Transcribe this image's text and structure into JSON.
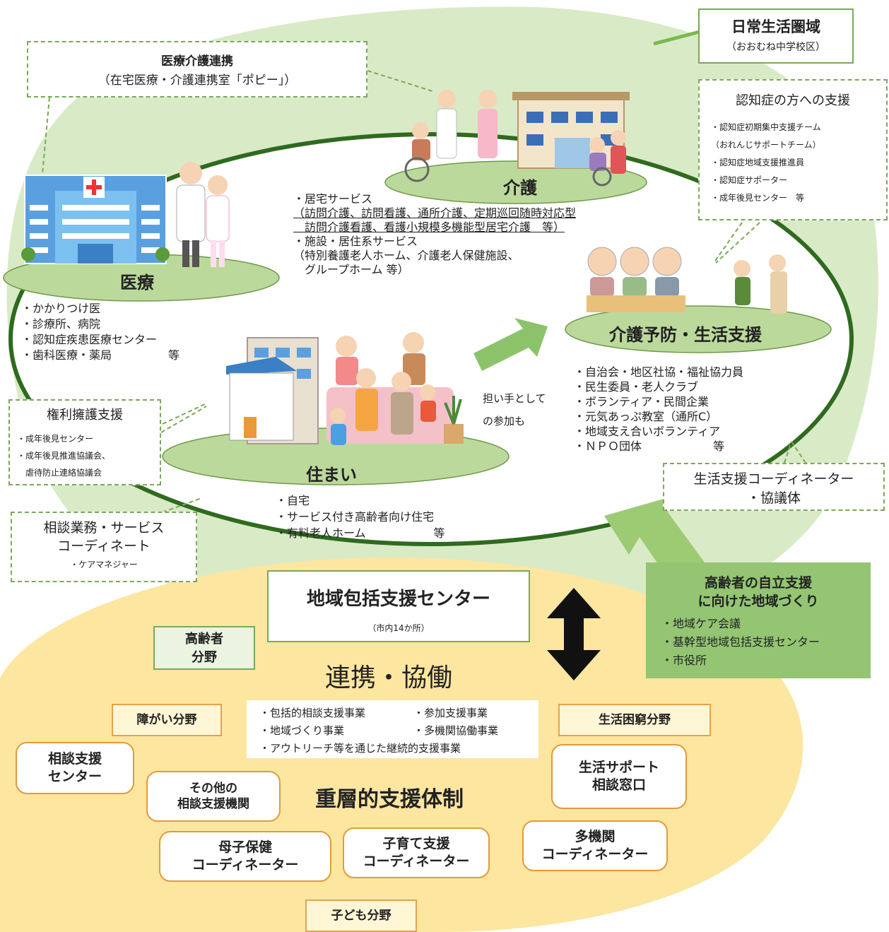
{
  "colors": {
    "green_light": "#d6e8c0",
    "green_dark": "#2f6a1f",
    "green_accent": "#8cc36a",
    "yellow": "#fde9a9",
    "orange": "#e39a3a"
  },
  "daily_area": {
    "title": "日常生活圏域",
    "sub": "（おおむね中学校区）"
  },
  "medical_care_link": {
    "title": "医療介護連携",
    "sub": "（在宅医療・介護連携室「ポピー」）"
  },
  "dementia": {
    "title": "認知症の方への支援",
    "items": [
      "・認知症初期集中支援チーム",
      "（おれんじサポートチーム）",
      "・認知症地域支援推進員",
      "・認知症サポーター",
      "・成年後見センター　等"
    ]
  },
  "kaigo": {
    "label": "介護",
    "items": [
      "・居宅サービス",
      "（訪問介護、訪問看護、通所介護、定期巡回随時対応型",
      "　訪問介護看護、看護小規模多機能型居宅介護　等）",
      "・施設・居住系サービス",
      "（特別養護老人ホーム、介護老人保健施設、",
      "　グループホーム 等）"
    ]
  },
  "iryo": {
    "label": "医療",
    "items": [
      "・かかりつけ医",
      "・診療所、病院",
      "・認知症疾患医療センター",
      "・歯科医療・薬局　　　　　等"
    ]
  },
  "prevention": {
    "label": "介護予防・生活支援",
    "items": [
      "・自治会・地区社協・福祉協力員",
      "・民生委員・老人クラブ",
      "・ボランティア・民間企業",
      "・元気あっぷ教室（通所C）",
      "・地域支え合いボランティア",
      "・ＮＰＯ団体　　　　　　 等"
    ]
  },
  "participation": {
    "line1": "担い手として",
    "line2": "の参加も"
  },
  "rights": {
    "title": "権利擁護支援",
    "items": [
      "・成年後見センター",
      "・成年後見推進協議会、",
      "　虐待防止連絡協議会"
    ]
  },
  "housing": {
    "label": "住まい",
    "items": [
      "・自宅",
      "・サービス付き高齢者向け住宅",
      "・有料老人ホーム　　　　　　等"
    ]
  },
  "consult": {
    "title1": "相談業務・サービス",
    "title2": "コーディネート",
    "item": "・ケアマネジャー"
  },
  "coordinator": {
    "line1": "生活支援コーディネーター",
    "line2": "・協議体"
  },
  "center": {
    "title": "地域包括支援センター",
    "sub": "（市内14か所）"
  },
  "independence": {
    "title1": "高齢者の自立支援",
    "title2": "に向けた地域づくり",
    "items": [
      "・地域ケア会議",
      "・基幹型地域包括支援センター",
      "・市役所"
    ]
  },
  "elderly_field": {
    "line1": "高齢者",
    "line2": "分野"
  },
  "collab": "連携・協働",
  "projects": {
    "row1a": "・包括的相談支援事業",
    "row1b": "・参加支援事業",
    "row2a": "・地域づくり事業",
    "row2b": "・多機関協働事業",
    "row3": "・アウトリーチ等を通じた継続的支援事業"
  },
  "disability": "障がい分野",
  "poverty": "生活困窮分野",
  "child": "子ども分野",
  "multilayer": "重層的支援体制",
  "orgs": {
    "consult_center": {
      "l1": "相談支援",
      "l2": "センター"
    },
    "other": {
      "l1": "その他の",
      "l2": "相談支援機関"
    },
    "life_support": {
      "l1": "生活サポート",
      "l2": "相談窓口"
    },
    "maternal": {
      "l1": "母子保健",
      "l2": "コーディネーター"
    },
    "childcare": {
      "l1": "子育て支援",
      "l2": "コーディネーター"
    },
    "multi": {
      "l1": "多機関",
      "l2": "コーディネーター"
    }
  }
}
